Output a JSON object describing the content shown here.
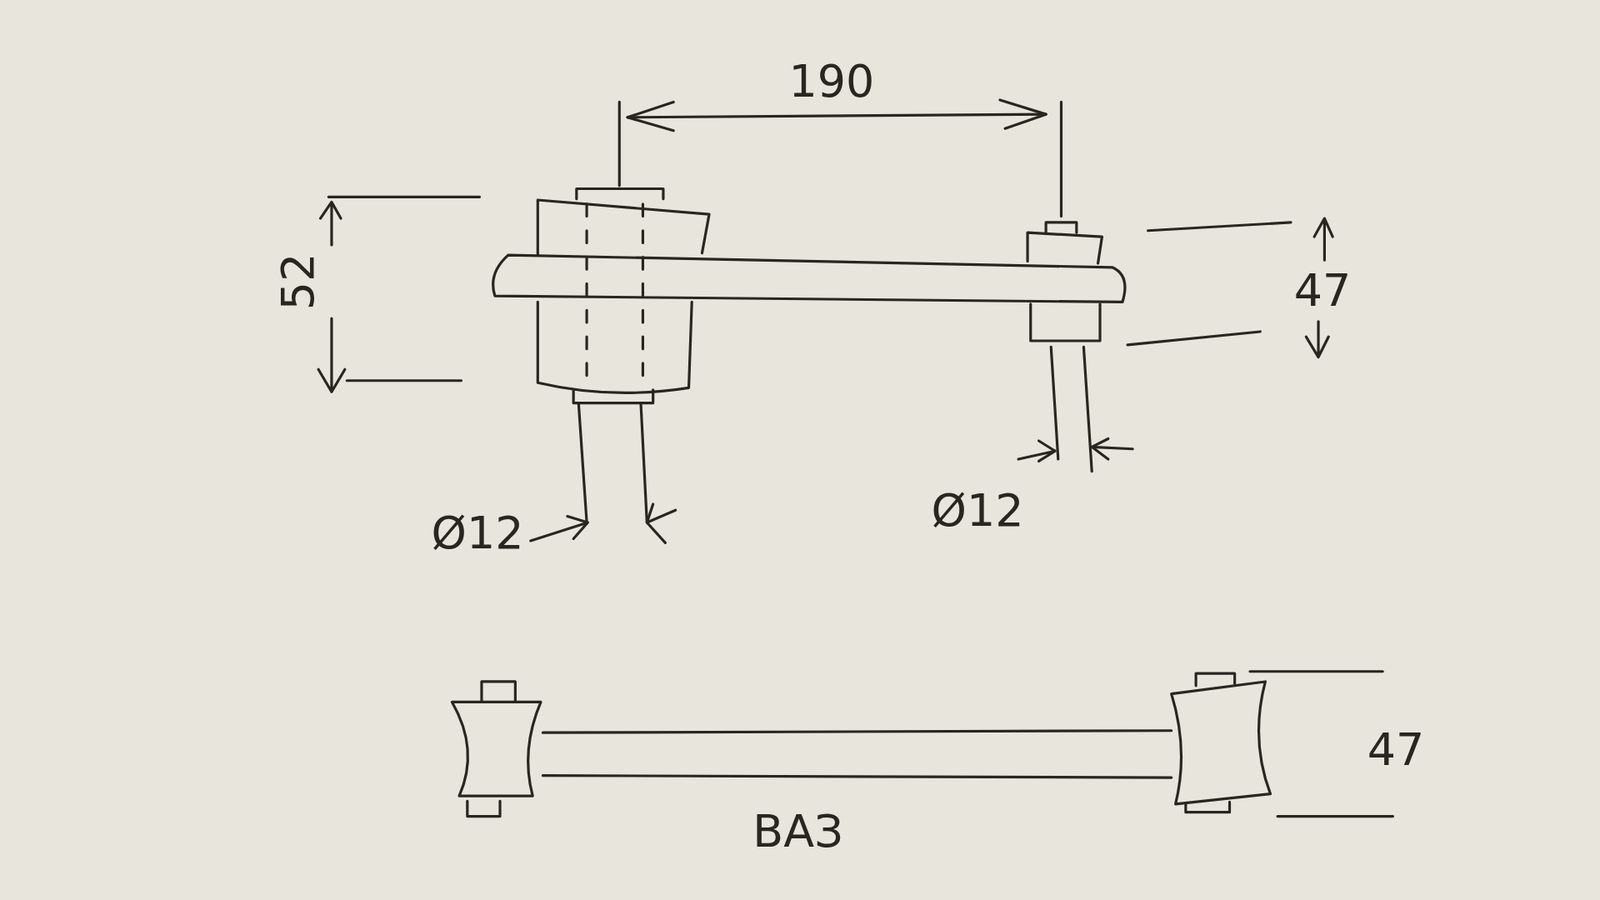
{
  "diagram": {
    "labels": [
      "190",
      "52",
      "47",
      "Ø12",
      "Ø12",
      "47",
      "ВАЗ"
    ]
  }
}
